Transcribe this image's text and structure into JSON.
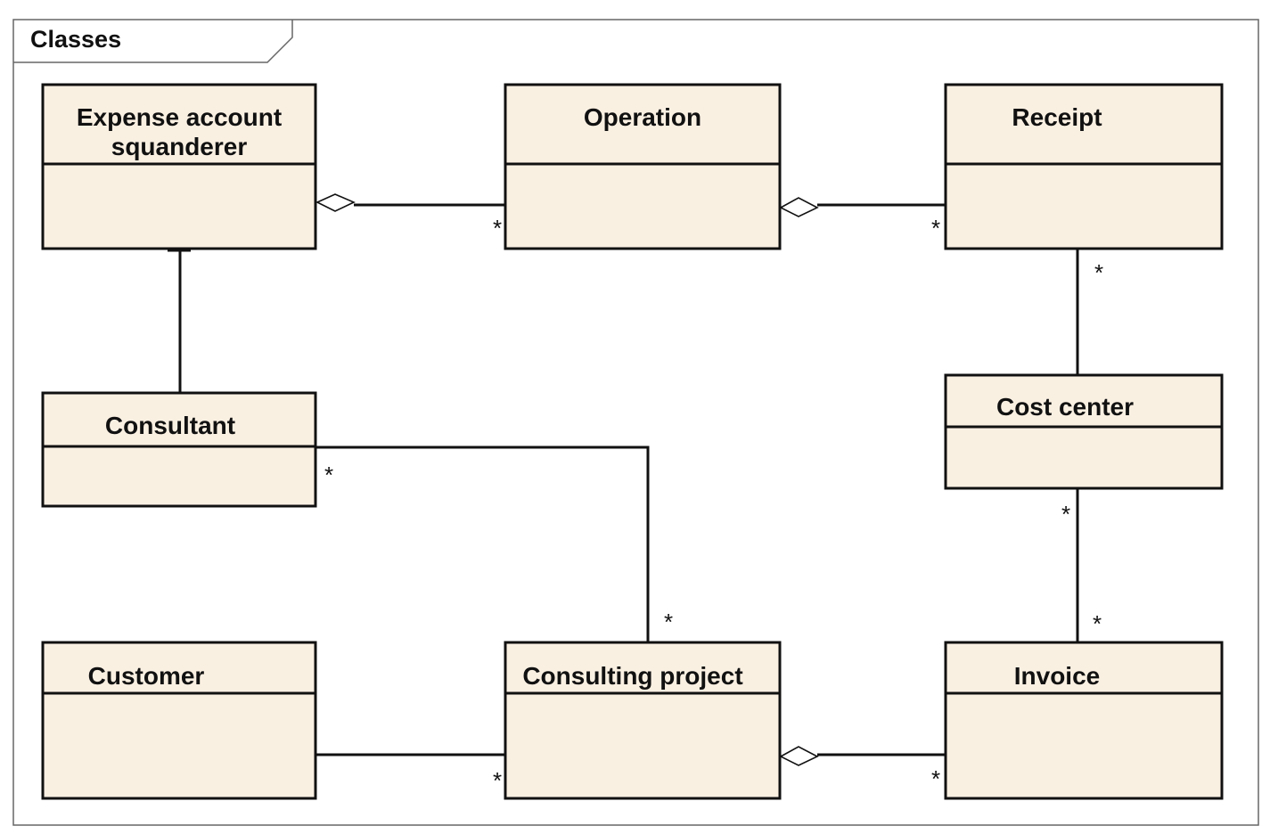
{
  "frame": {
    "title": "Classes"
  },
  "colors": {
    "class_fill": "#faf0e2",
    "stroke": "#111111",
    "background": "#ffffff"
  },
  "classes": {
    "expense_account_squanderer": {
      "name_line1": "Expense account",
      "name_line2": "squanderer"
    },
    "operation": {
      "name": "Operation"
    },
    "receipt": {
      "name": "Receipt"
    },
    "consultant": {
      "name": "Consultant"
    },
    "cost_center": {
      "name": "Cost center"
    },
    "customer": {
      "name": "Customer"
    },
    "consulting_project": {
      "name": "Consulting project"
    },
    "invoice": {
      "name": "Invoice"
    }
  },
  "associations": {
    "squanderer_operation": {
      "kind": "aggregation",
      "target_multiplicity": "*"
    },
    "operation_receipt": {
      "kind": "aggregation",
      "target_multiplicity": "*"
    },
    "receipt_cost_center": {
      "kind": "association",
      "receipt_multiplicity": "*"
    },
    "squanderer_consultant": {
      "kind": "association"
    },
    "consultant_project": {
      "kind": "association",
      "consultant_multiplicity": "*",
      "project_multiplicity": "*"
    },
    "cost_center_invoice": {
      "kind": "association",
      "cost_center_multiplicity": "*",
      "invoice_multiplicity": "*"
    },
    "customer_project": {
      "kind": "association",
      "project_multiplicity": "*"
    },
    "project_invoice": {
      "kind": "aggregation",
      "invoice_multiplicity": "*"
    }
  }
}
